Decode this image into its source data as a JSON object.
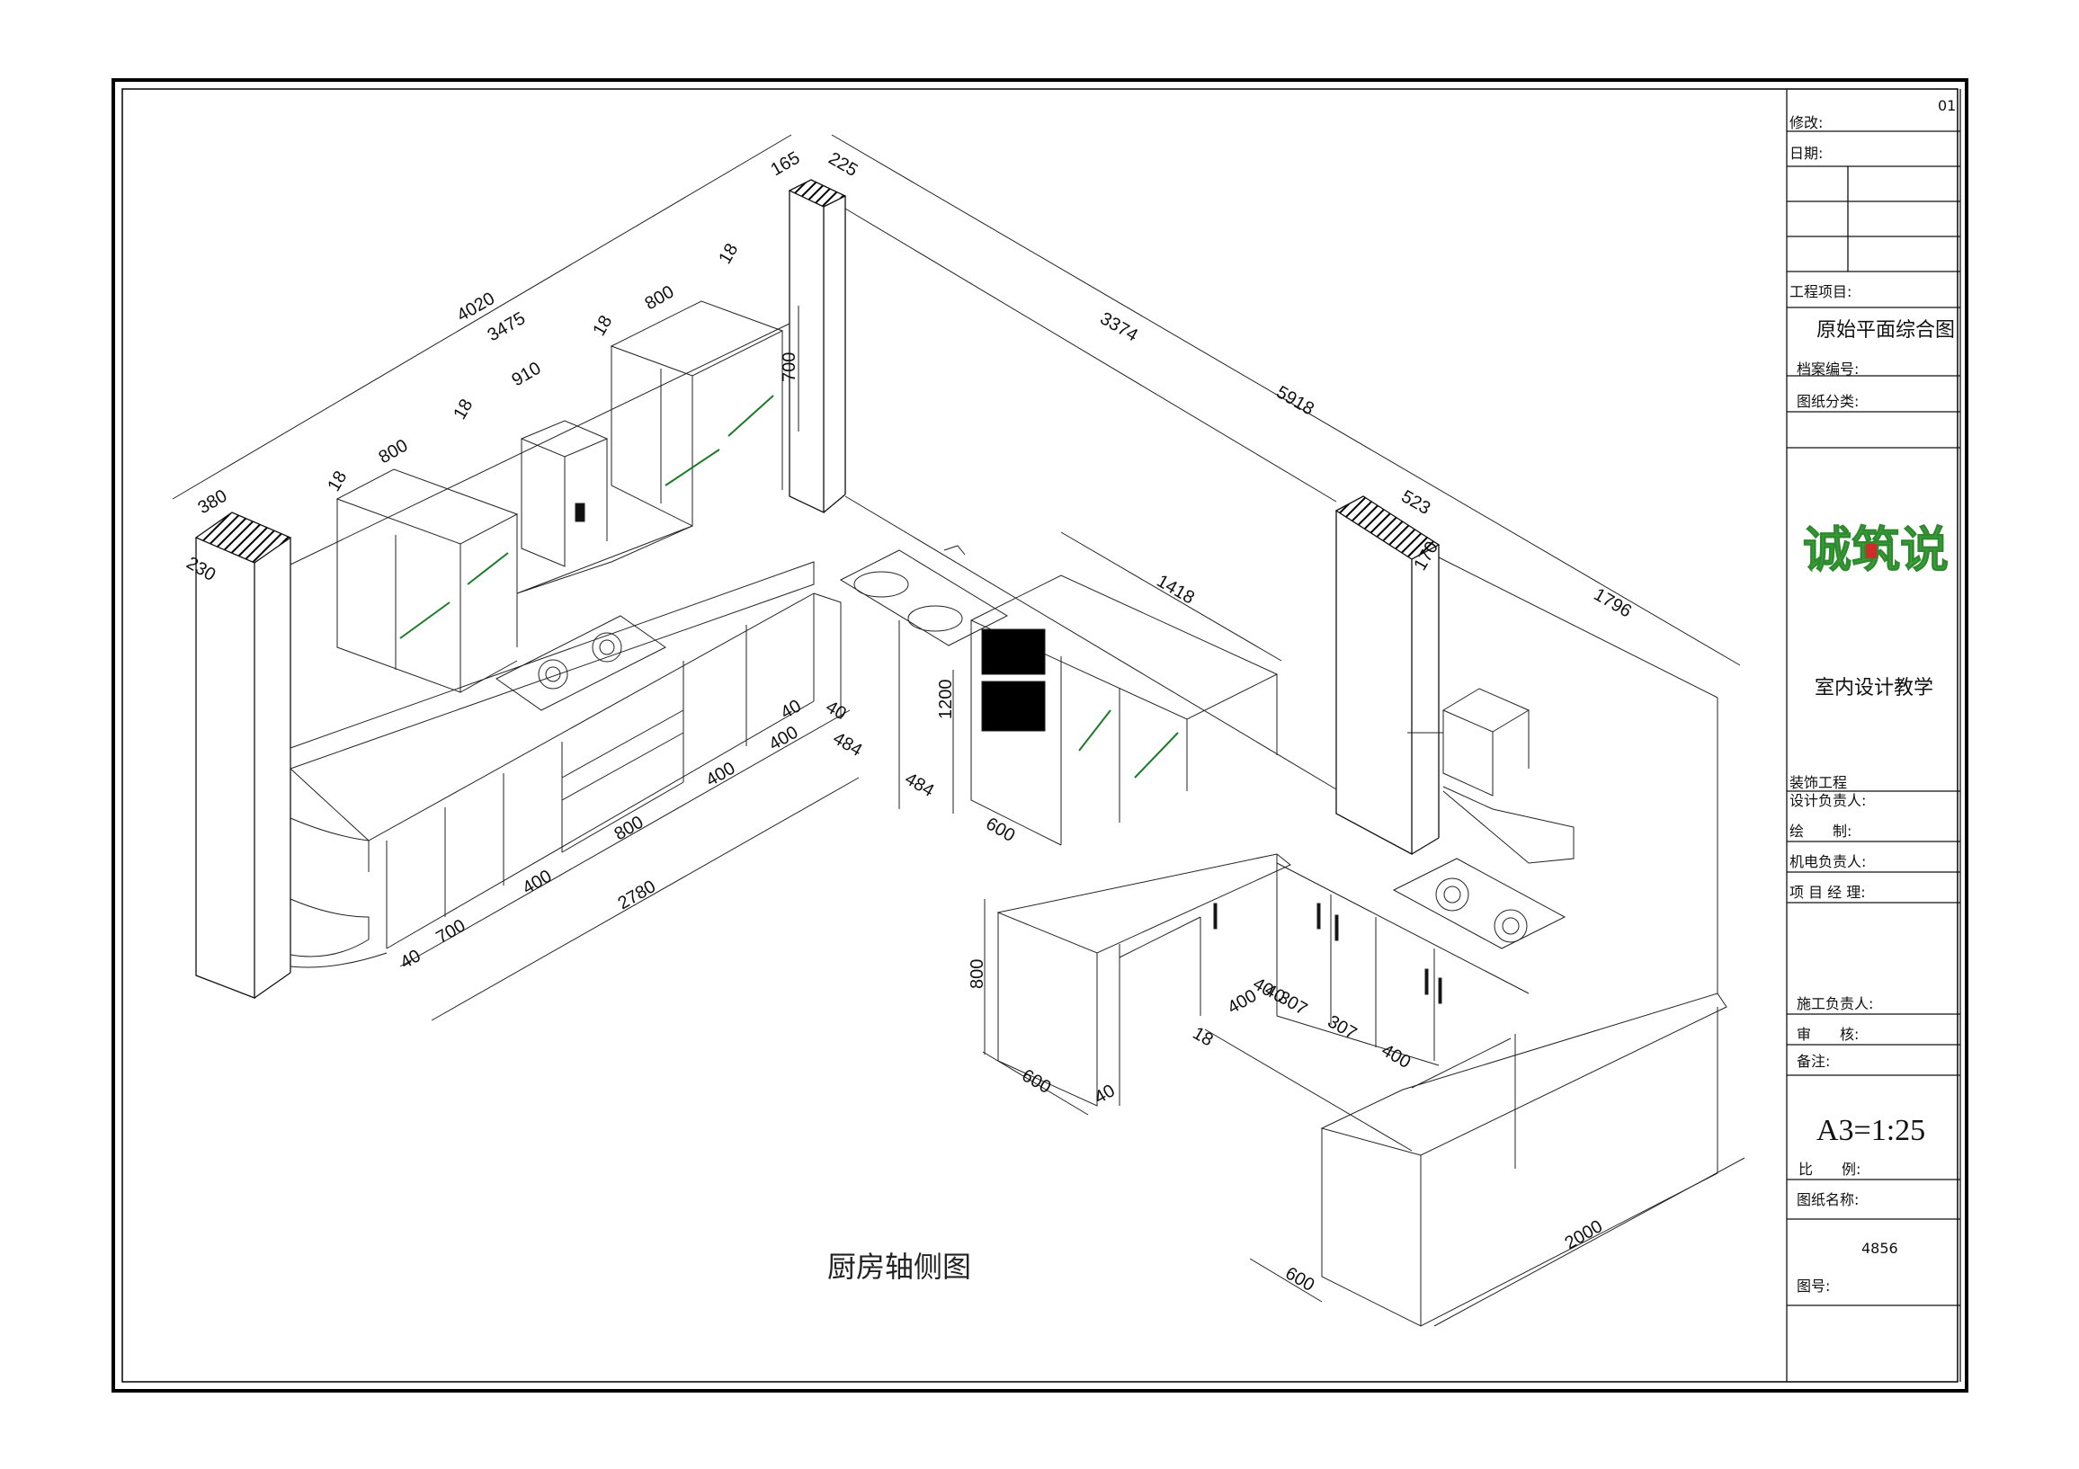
{
  "drawing": {
    "title": "厨房轴侧图",
    "dimensions": {
      "top_left": [
        "4020",
        "3475",
        "380",
        "230",
        "165",
        "225",
        "18",
        "800",
        "18",
        "910",
        "18",
        "800",
        "18",
        "700"
      ],
      "top_right": [
        "3374",
        "5918",
        "523",
        "170",
        "1796"
      ],
      "island": [
        "1418",
        "1200",
        "40",
        "40",
        "484",
        "484",
        "600"
      ],
      "base_run": [
        "400",
        "400",
        "800",
        "400",
        "700",
        "40",
        "2780"
      ],
      "peninsula": [
        "800",
        "600",
        "40",
        "18",
        "400",
        "40",
        "40",
        "307",
        "307",
        "400",
        "600",
        "2000"
      ]
    }
  },
  "title_block": {
    "sheet_no": "01",
    "revision_label": "修改:",
    "date_label": "日期:",
    "project_label": "工程项目:",
    "drawing_type": "原始平面综合图",
    "archive_label": "档案编号:",
    "category_label": "图纸分类:",
    "logo_text": "诚筑说",
    "company": "室内设计教学",
    "decoration_label": "装饰工程",
    "designer_label": "设计负责人:",
    "drafter_label": "绘　　制:",
    "mep_label": "机电负责人:",
    "pm_label": "项 目 经 理:",
    "construction_label": "施工负责人:",
    "review_label": "审　　核:",
    "notes_label": "备注:",
    "scale_value": "A3=1:25",
    "scale_label": "比　　例:",
    "drawing_name_label": "图纸名称:",
    "drawing_number": "4856",
    "drawing_no_label": "图号:"
  },
  "colors": {
    "line": "#111111",
    "glass": "#1c7a2a",
    "logo_green": "#3aa43a",
    "logo_red": "#d12b2b"
  }
}
